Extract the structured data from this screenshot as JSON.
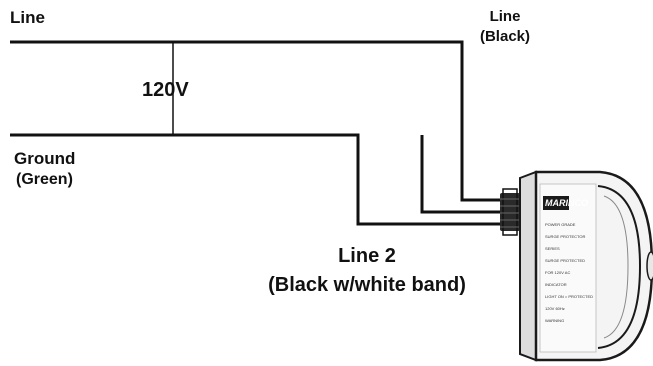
{
  "labels": {
    "line_top_left": "Line",
    "line_top_right_1": "Line",
    "line_top_right_2": "(Black)",
    "voltage": "120V",
    "ground_1": "Ground",
    "ground_2": "(Green)",
    "line2_1": "Line 2",
    "line2_2": "(Black w/white band)"
  },
  "colors": {
    "wire": "#111111",
    "device_body": "#f4f4f4",
    "device_outline": "#1a1a1a",
    "text": "#111111"
  },
  "device": {
    "brand": "MARINCO",
    "label_lines": [
      "POWER GRADE",
      "SURGE PROTECTOR",
      "SERIES",
      "SURGE PROTECTED",
      "FOR 120V AC",
      "INDICATOR",
      "LIGHT ON = PROTECTED",
      "120V 60Hz",
      "WARNING"
    ]
  }
}
